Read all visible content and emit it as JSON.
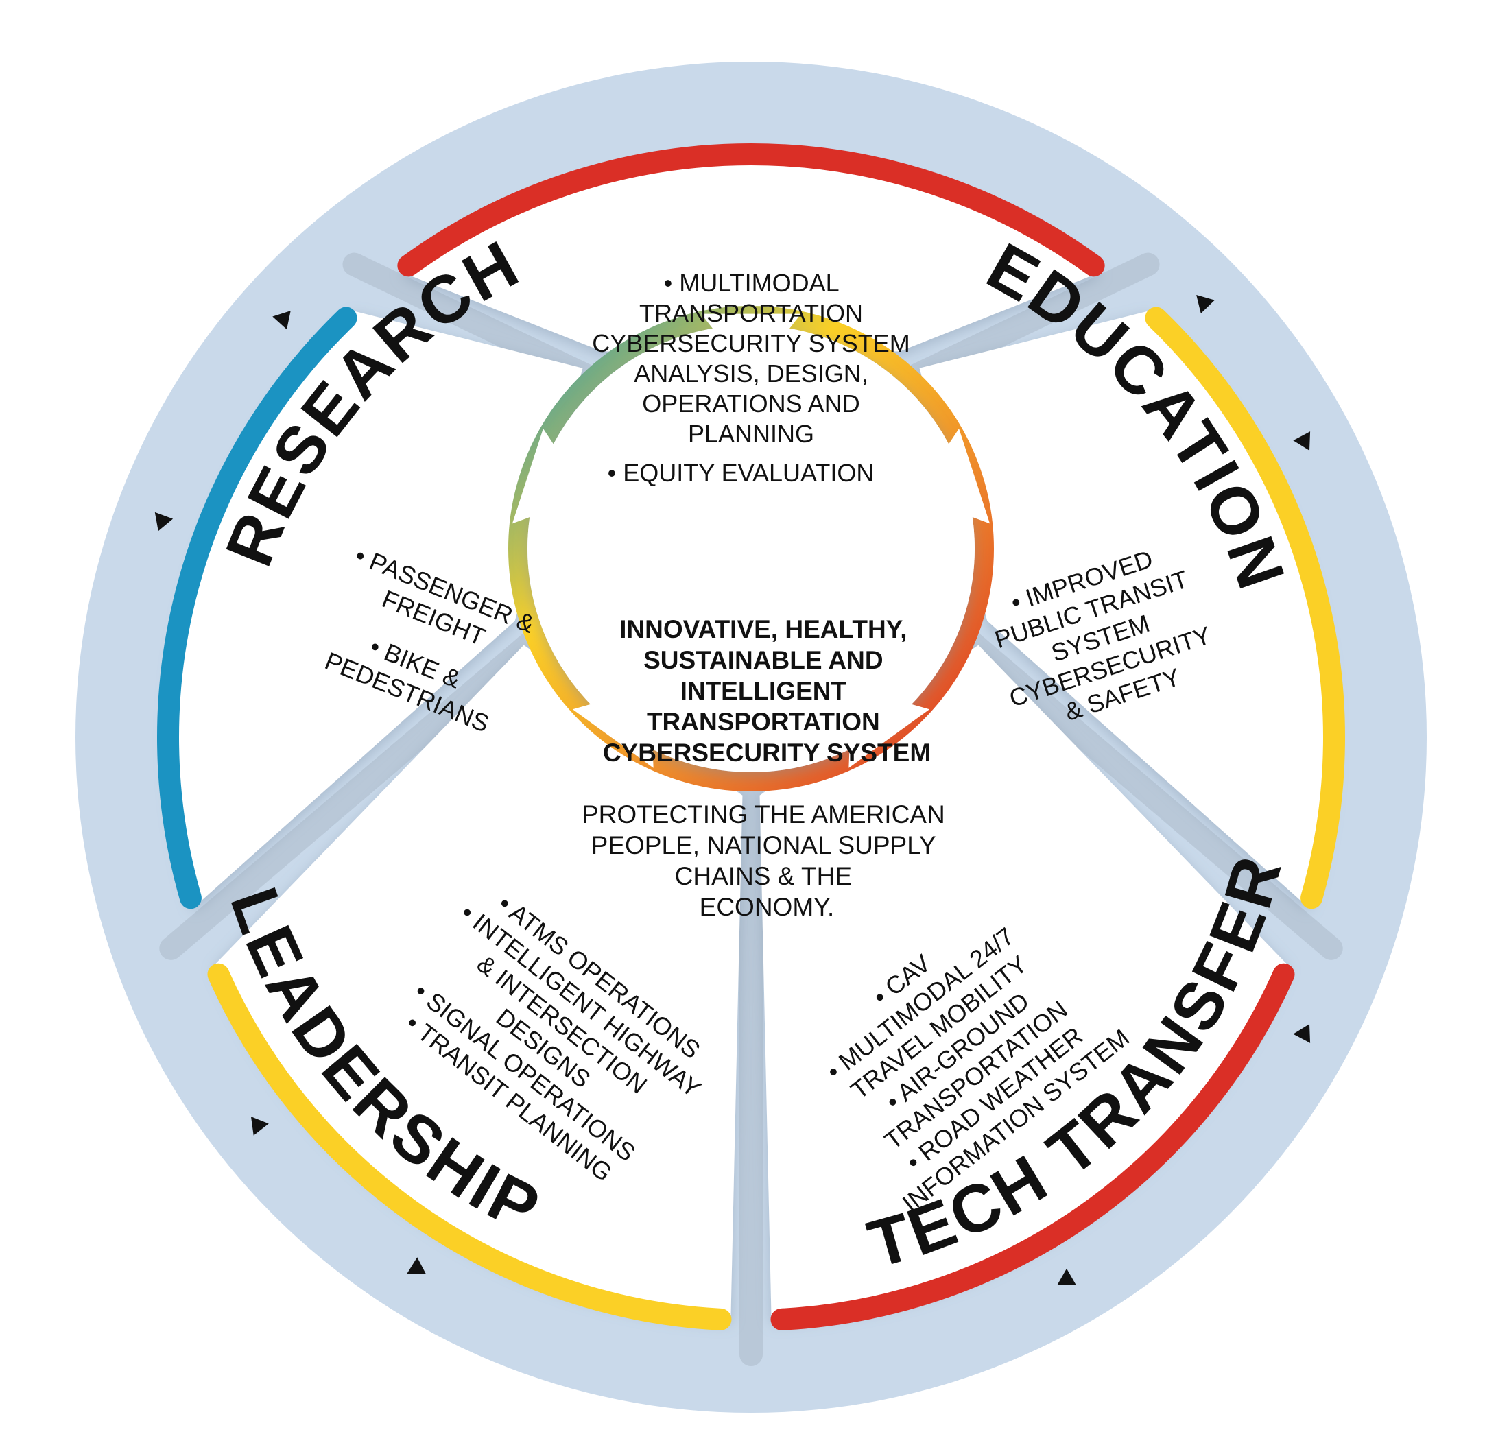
{
  "colors": {
    "outer_ring": "#c9d9ea",
    "spoke": "#b9c8d8",
    "red": "#da2f26",
    "blue": "#1b93c2",
    "yellow": "#fbd026",
    "orange": "#ee8a2a",
    "panel": "#ffffff",
    "text": "#111111"
  },
  "ring_labels": {
    "research": "RESEARCH",
    "education": "EDUCATION",
    "tech_transfer": "TECH TRANSFER",
    "leadership": "LEADERSHIP"
  },
  "segments": {
    "top": {
      "items": [
        "• MULTIMODAL",
        "TRANSPORTATION",
        "CYBERSECURITY SYSTEM",
        "ANALYSIS, DESIGN,",
        "OPERATIONS AND",
        "PLANNING",
        "• EQUITY EVALUATION"
      ]
    },
    "left": {
      "items": [
        "• PASSENGER &",
        "FREIGHT",
        "• BIKE &",
        "PEDESTRIANS"
      ]
    },
    "right": {
      "items": [
        "• IMPROVED",
        "PUBLIC TRANSIT",
        "SYSTEM",
        "CYBERSECURITY",
        "& SAFETY"
      ]
    },
    "bottom_left": {
      "items": [
        "• ATMS OPERATIONS",
        "• INTELLIGENT HIGHWAY",
        "& INTERSECTION",
        "DESIGNS",
        "• SIGNAL OPERATIONS",
        "• TRANSIT PLANNING"
      ]
    },
    "bottom_right": {
      "items": [
        "• CAV",
        "• MULTIMODAL 24/7",
        "TRAVEL MOBILITY",
        "• AIR-GROUND",
        "TRANSPORTATION",
        "• ROAD WEATHER",
        "INFORMATION SYSTEM"
      ]
    }
  },
  "center": {
    "title_lines": [
      "INNOVATIVE, HEALTHY,",
      "SUSTAINABLE AND",
      "INTELLIGENT",
      "TRANSPORTATION",
      "CYBERSECURITY SYSTEM"
    ],
    "subtitle_lines": [
      "PROTECTING THE AMERICAN",
      "PEOPLE, NATIONAL SUPPLY",
      "CHAINS & THE",
      "ECONOMY."
    ]
  },
  "icons": [
    "triangle-arrow-icon"
  ]
}
